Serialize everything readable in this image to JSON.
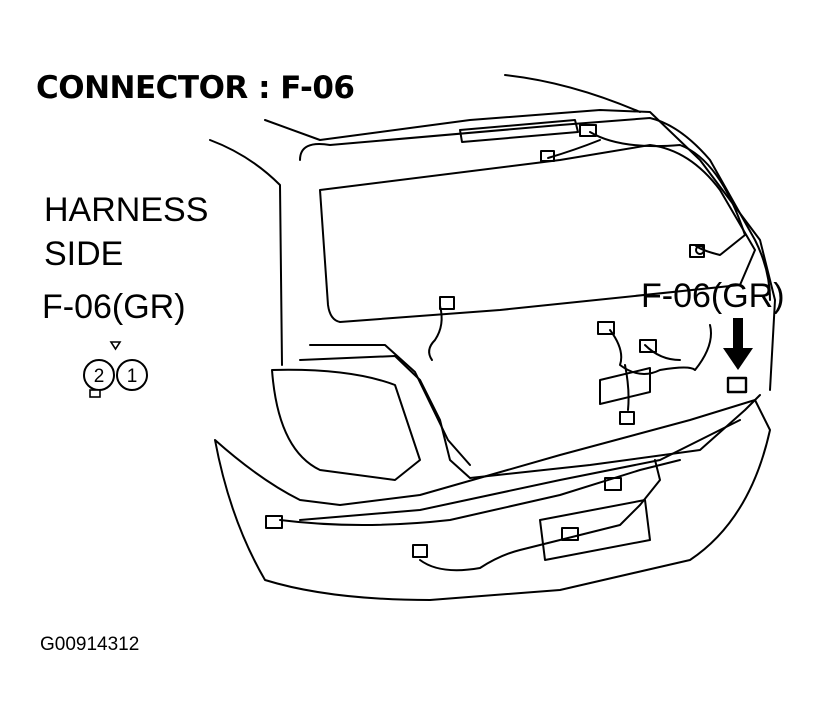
{
  "diagram": {
    "title": "CONNECTOR : F-06",
    "harness_side_line1": "HARNESS",
    "harness_side_line2": "SIDE",
    "connector_label_left": "F-06(GR)",
    "connector_label_right": "F-06(GR)",
    "connector_face": {
      "pin_left": "2",
      "pin_right": "1"
    },
    "figure_id": "G00914312"
  }
}
